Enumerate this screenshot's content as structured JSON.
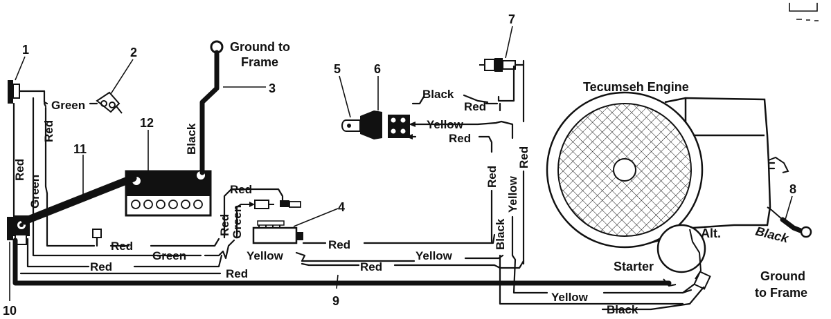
{
  "callouts": {
    "c1": "1",
    "c2": "2",
    "c3": "3",
    "c4": "4",
    "c5": "5",
    "c6": "6",
    "c7": "7",
    "c8": "8",
    "c9": "9",
    "c10": "10",
    "c11": "11",
    "c12": "12"
  },
  "labels": {
    "ground_top_1": "Ground to",
    "ground_top_2": "Frame",
    "engine_title": "Tecumseh Engine",
    "alt": "Alt.",
    "starter": "Starter",
    "black_8": "Black",
    "ground_right_1": "Ground",
    "ground_right_2": "to Frame",
    "green_2": "Green",
    "red_left_v1": "Red",
    "red_left_v2": "Red",
    "green_left_v": "Green",
    "black_cable": "Black",
    "red_reg_top": "Red",
    "green_reg_v": "Green",
    "red_reg_v": "Red",
    "black_6": "Black",
    "red_6": "Red",
    "yellow_6": "Yellow",
    "red_6b": "Red",
    "red_v_mid": "Red",
    "yellow_v_mid": "Yellow",
    "red_v_right": "Red",
    "black_v_mid": "Black",
    "red_row1_left": "Red",
    "red_row1_right": "Red",
    "green_row2": "Green",
    "yellow_row2": "Yellow",
    "yellow_row2b": "Yellow",
    "red_row3": "Red",
    "red_row3b": "Red",
    "red_row4": "Red",
    "yellow_bottom": "Yellow",
    "black_bottom": "Black"
  }
}
